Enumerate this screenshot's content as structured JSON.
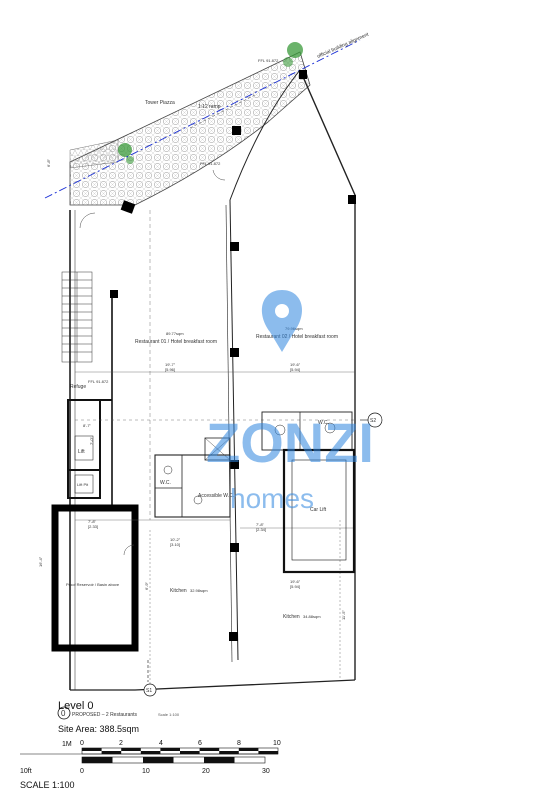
{
  "labels": {
    "tower_piazza": "Tower Piazza",
    "ramp": "1:12 ramp",
    "building_alignment": "official building alignment",
    "restaurant1": "Restaurant 01 / Hotel breakfast room",
    "restaurant1_area": "89.77sqm",
    "restaurant2": "Restaurant 02 / Hotel breakfast room",
    "restaurant2_area": "79.96sqm",
    "refuge": "Refuge",
    "lift": "Lift",
    "lift_pit": "Lift Pit",
    "wc": "W.C.",
    "accessible_wc": "Accessible W.C.",
    "car_lift": "Car Lift",
    "kitchen1": "Kitchen",
    "kitchen1_area": "32.98sqm",
    "kitchen2": "Kitchen",
    "kitchen2_area": "34.88sqm",
    "reservoir": "Proof Reservoir / Basin above",
    "section_s1": "S1",
    "section_s2": "S2",
    "watermark_brand": "ZONZI",
    "watermark_sub": "homes",
    "dims": {
      "d1": "6'-8\"",
      "d1m": "[2.03]",
      "d2": "8'-7\"",
      "d2m": "[2.62]",
      "d3": "19'-7\"",
      "d3m": "[5.96]",
      "d4": "19'-6\"",
      "d4m": "[5.94]",
      "d5": "7'-8\"",
      "d5m": "[2.33]",
      "d6": "10'-2\"",
      "d6m": "[3.10]",
      "d7": "16'-4\"",
      "d7m": "[4.98]",
      "d8": "19'-6\"",
      "d8m": "[5.94]",
      "d9": "7'-8\"",
      "d9m": "[2.34]",
      "d10": "11'-5\"",
      "d10m": "[3.48]",
      "d11": "6'-9\"",
      "d11m": "[2.06]",
      "d12": "7'-0\"",
      "d12m": "[2.13]"
    },
    "ffl1": "FFL 91.872",
    "ffl2": "FFL 91.872",
    "ffl3": "FFL 91.872"
  },
  "title": {
    "number": "0",
    "level": "Level 0",
    "subtitle": "PROPOSED – 2 Restaurants",
    "scale_small": "Scale 1:100",
    "site_area": "Site Area: 388.5sqm"
  },
  "scalebar": {
    "unit_top": "1M",
    "ticks_top": [
      "0",
      "2",
      "4",
      "6",
      "8",
      "10"
    ],
    "unit_bottom": "10ft",
    "ticks_bottom": [
      "0",
      "10",
      "20",
      "30"
    ],
    "scale": "SCALE 1:100"
  },
  "colors": {
    "wall": "#111111",
    "watermark": "#2f86e0",
    "planting": "#3a9a3a",
    "alignment_line": "#1a2fd6"
  }
}
